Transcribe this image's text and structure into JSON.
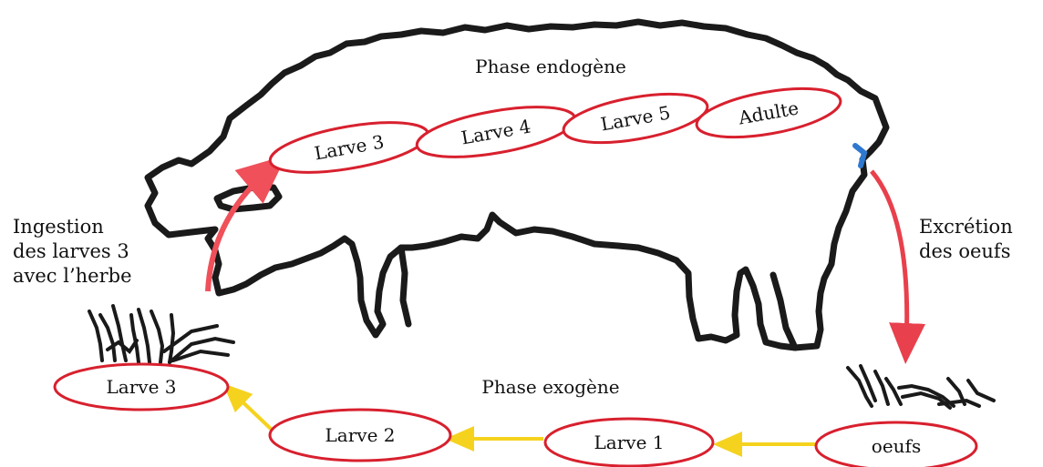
{
  "phases": {
    "endogenous": "Phase endogène",
    "exogenous": "Phase exogène"
  },
  "endogenous_stages": [
    "Larve 3",
    "Larve 4",
    "Larve 5",
    "Adulte"
  ],
  "exogenous_stages": [
    "oeufs",
    "Larve 1",
    "Larve 2",
    "Larve 3"
  ],
  "ingestion": [
    "Ingestion",
    "des larves 3",
    "avec l’herbe"
  ],
  "excretion": [
    "Excrétion",
    "des oeufs"
  ],
  "colors": {
    "ellipse_stroke": "#d8202e",
    "ingestion_arrow": "#f0505a",
    "excretion_arrow": "#e8404c",
    "exogenous_arrow": "#f5d21e",
    "outline": "#1a1a1a",
    "anus_mark": "#2f78d0"
  }
}
